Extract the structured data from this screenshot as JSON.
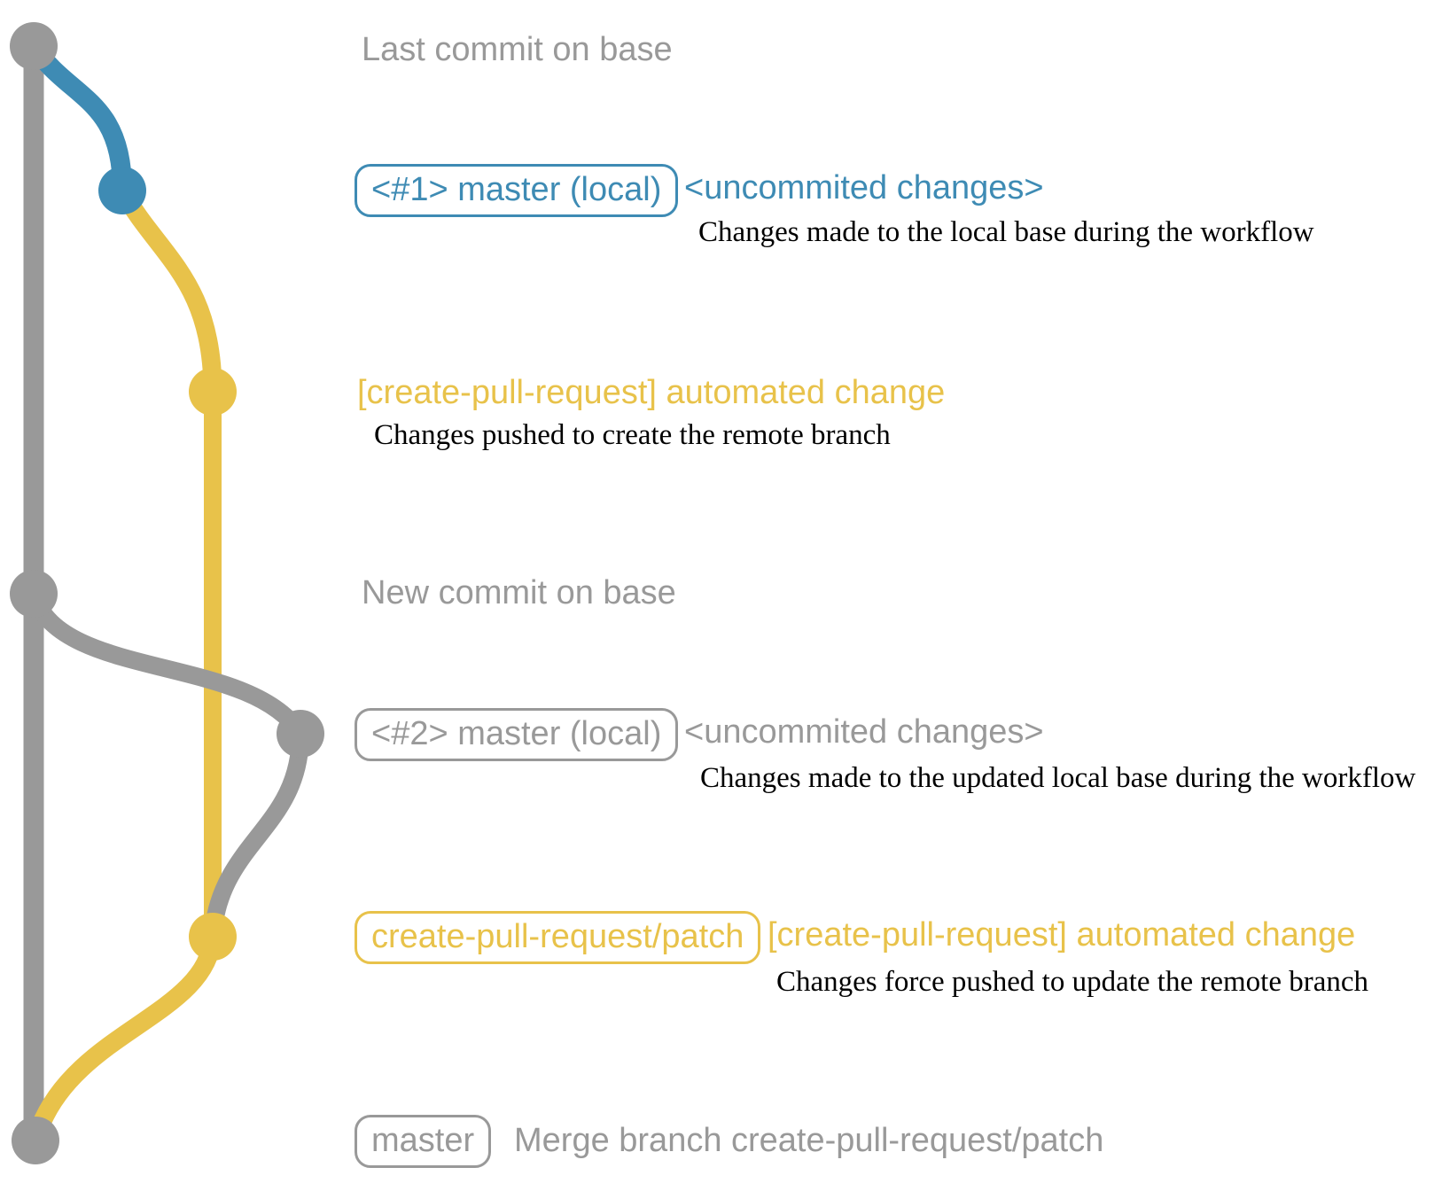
{
  "diagram": {
    "title_hint": "git commit graph for create-pull-request workflow",
    "colors": {
      "base_gray": "#999999",
      "local_blue": "#3e8bb4",
      "remote_yellow": "#e8c24a",
      "description_black": "#000000"
    }
  },
  "rows": {
    "last_commit": {
      "label": "Last commit on base"
    },
    "local1": {
      "badge": "<#1> master (local)",
      "label": "<uncommited changes>",
      "desc": "Changes made to the local base during the workflow"
    },
    "push1": {
      "label": "[create-pull-request] automated change",
      "desc": "Changes pushed to create the remote branch"
    },
    "new_commit": {
      "label": "New commit on base"
    },
    "local2": {
      "badge": "<#2> master (local)",
      "label": "<uncommited changes>",
      "desc": "Changes made to the updated local base during the workflow"
    },
    "push2": {
      "badge": "create-pull-request/patch",
      "label": "[create-pull-request] automated change",
      "desc": "Changes force pushed to update the remote branch"
    },
    "merge": {
      "badge": "master",
      "label": "Merge branch create-pull-request/patch"
    }
  }
}
